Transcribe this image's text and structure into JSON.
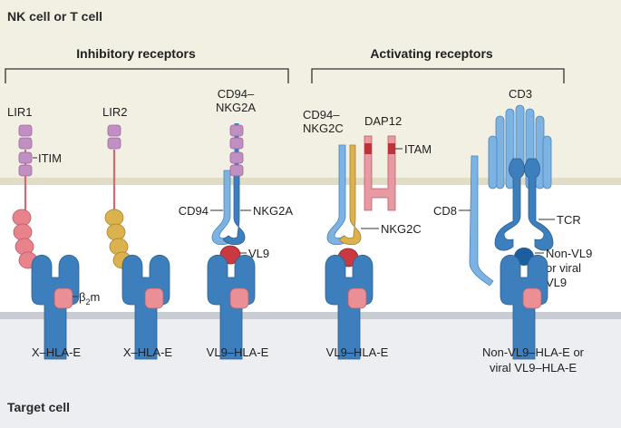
{
  "colors": {
    "top_region": "#f2efe3",
    "membrane_top": "#e0dcc6",
    "membrane_bottom": "#c9cdd3",
    "bottom_region": "#eceef1",
    "hla_blue": "#3d7fbd",
    "cd94_blue": "#7db3e3",
    "purple_itim": "#c28fc3",
    "salmon": "#e8838c",
    "gold": "#dcb24e",
    "vl9_red": "#c93a40",
    "b2m_pink": "#eb8f97",
    "dap12_pink": "#e89aa2",
    "itam_red": "#c0323a",
    "dark_blue_peptide": "#1d5f9e"
  },
  "regions": {
    "top_title": "NK cell or T cell",
    "bottom_title": "Target cell"
  },
  "groups": {
    "inhibitory": "Inhibitory receptors",
    "activating": "Activating receptors"
  },
  "labels": {
    "lir1": "LIR1",
    "itim": "ITIM",
    "lir2": "LIR2",
    "cd94_nkg2a": [
      "CD94–",
      "NKG2A"
    ],
    "cd94_left": "CD94",
    "nkg2a": "NKG2A",
    "vl9": "VL9",
    "b2m": "β",
    "b2m_sub": "2",
    "b2m_tail": "m",
    "cd94_nkg2c": [
      "CD94–",
      "NKG2C"
    ],
    "dap12": "DAP12",
    "itam": "ITAM",
    "nkg2c": "NKG2C",
    "cd3": "CD3",
    "cd8": "CD8",
    "tcr": "TCR",
    "non_vl9": [
      "Non-VL9",
      "or viral",
      "VL9"
    ]
  },
  "ligands": {
    "x_hla_e_1": "X–HLA-E",
    "x_hla_e_2": "X–HLA-E",
    "vl9_hla_e_1": "VL9–HLA-E",
    "vl9_hla_e_2": "VL9–HLA-E",
    "non_vl9_hla_e": [
      "Non-VL9–HLA-E or",
      "viral VL9–HLA-E"
    ]
  }
}
